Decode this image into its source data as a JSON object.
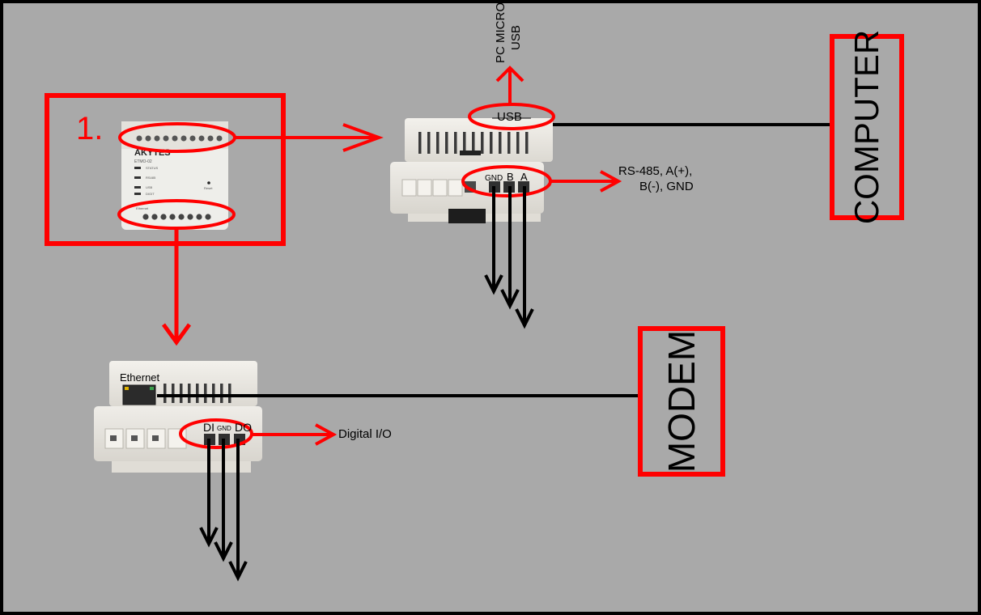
{
  "background_color": "#a9a9a9",
  "frame_color": "#000000",
  "accent_color": "#ff0000",
  "wire_color": "#000000",
  "step_label": "1.",
  "device_front": {
    "brand": "AKYTES",
    "model": "ETMO-02",
    "led_labels": [
      "STATUS",
      "RS485",
      "USB",
      "DIGIT"
    ],
    "button_label": "Reset",
    "bottom_label": "Ethernet"
  },
  "usb_module": {
    "port_label": "USB",
    "upward_label_line1": "PC MICRO",
    "upward_label_line2": "USB",
    "terminals": {
      "gnd": "GND",
      "b": "B",
      "a": "A"
    },
    "rs485_line1": "RS-485, A(+),",
    "rs485_line2": "B(-), GND"
  },
  "ethernet_module": {
    "port_label": "Ethernet",
    "terminals": {
      "di": "DI",
      "gnd": "GND",
      "do": "DO"
    },
    "digital_label": "Digital I/O"
  },
  "computer_box": {
    "label": "COMPUTER"
  },
  "modem_box": {
    "label": "MODEM"
  }
}
